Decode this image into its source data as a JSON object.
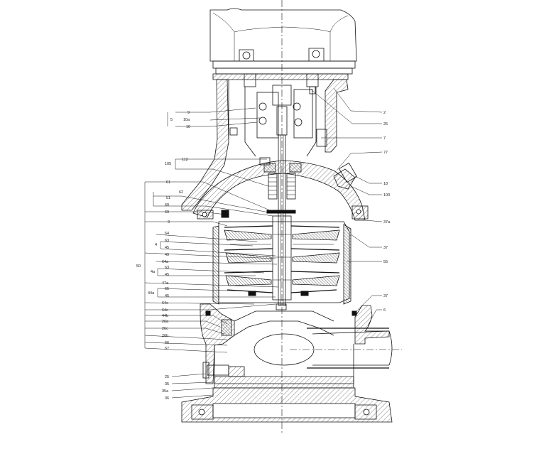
{
  "labels": [
    {
      "text": "9"
    },
    {
      "text": "5"
    },
    {
      "text": "10a"
    },
    {
      "text": "10"
    },
    {
      "text": "2"
    },
    {
      "text": "25"
    },
    {
      "text": "7"
    },
    {
      "text": "112"
    },
    {
      "text": "105"
    },
    {
      "text": "77"
    },
    {
      "text": "18"
    },
    {
      "text": "100"
    },
    {
      "text": "61"
    },
    {
      "text": "51"
    },
    {
      "text": "62"
    },
    {
      "text": "60"
    },
    {
      "text": "69"
    },
    {
      "text": "3"
    },
    {
      "text": "64"
    },
    {
      "text": "63"
    },
    {
      "text": "4"
    },
    {
      "text": "45"
    },
    {
      "text": "49"
    },
    {
      "text": "64a"
    },
    {
      "text": "50"
    },
    {
      "text": "63"
    },
    {
      "text": "4a"
    },
    {
      "text": "45"
    },
    {
      "text": "47a"
    },
    {
      "text": "65"
    },
    {
      "text": "44a"
    },
    {
      "text": "45"
    },
    {
      "text": "64c"
    },
    {
      "text": "64c"
    },
    {
      "text": "44b"
    },
    {
      "text": "26a"
    },
    {
      "text": "26c"
    },
    {
      "text": "26b"
    },
    {
      "text": "66"
    },
    {
      "text": "67"
    },
    {
      "text": "37a"
    },
    {
      "text": "37"
    },
    {
      "text": "55"
    },
    {
      "text": "37"
    },
    {
      "text": "6"
    },
    {
      "text": "25"
    },
    {
      "text": "35"
    },
    {
      "text": "35a"
    },
    {
      "text": "36"
    }
  ]
}
